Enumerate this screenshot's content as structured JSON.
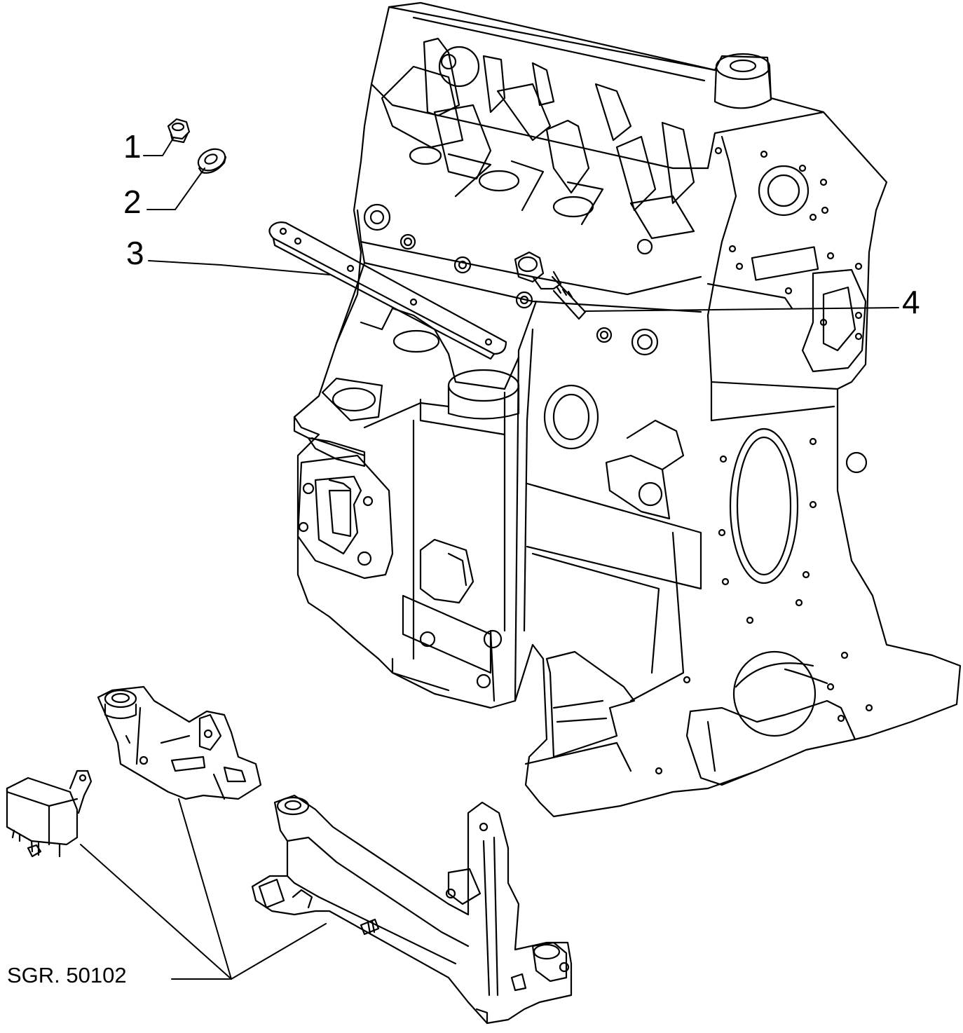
{
  "callouts": [
    {
      "label": "1"
    },
    {
      "label": "2"
    },
    {
      "label": "3"
    },
    {
      "label": "4"
    }
  ],
  "reference": {
    "label": "SGR. 50102"
  },
  "colors": {
    "line": "#000000",
    "background": "#ffffff"
  }
}
